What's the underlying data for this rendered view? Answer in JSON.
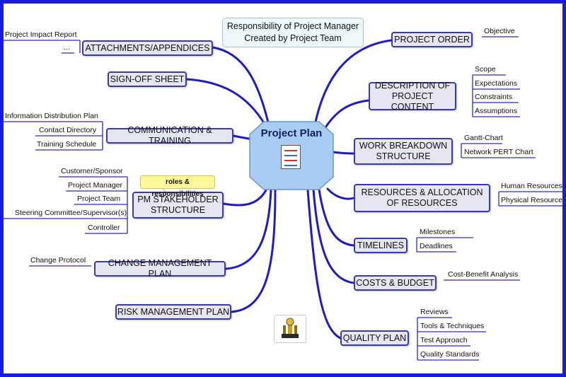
{
  "note": {
    "line1": "Responsibility of Project Manager",
    "line2": "Created by Project Team"
  },
  "center": {
    "title": "Project Plan"
  },
  "callout": {
    "text": "roles & responsibilities"
  },
  "left_topics": [
    {
      "label": "ATTACHMENTS/APPENDICES",
      "subs": [
        "Project Impact Report",
        "..."
      ]
    },
    {
      "label": "SIGN-OFF SHEET",
      "subs": []
    },
    {
      "label": "COMMUNICATION & TRAINING",
      "subs": [
        "Information Distribution Plan",
        "Contact Directory",
        "Training Schedule"
      ]
    },
    {
      "label1": "PM STAKEHOLDER",
      "label2": "STRUCTURE",
      "subs": [
        "Customer/Sponsor",
        "Project Manager",
        "Project Team",
        "Steering Committee/Supervisor(s)",
        "Controller"
      ]
    },
    {
      "label": "CHANGE MANAGEMENT PLAN",
      "subs": [
        "Change Protocol"
      ]
    },
    {
      "label": "RISK MANAGEMENT PLAN",
      "subs": []
    }
  ],
  "right_topics": [
    {
      "label": "PROJECT ORDER",
      "subs": [
        "Objective"
      ]
    },
    {
      "label1": "DESCRIPTION OF",
      "label2": "PROJECT CONTENT",
      "subs": [
        "Scope",
        "Expectations",
        "Constraints",
        "Assumptions"
      ]
    },
    {
      "label1": "WORK BREAKDOWN",
      "label2": "STRUCTURE",
      "subs": [
        "Gantt-Chart",
        "Network PERT Chart"
      ]
    },
    {
      "label1": "RESOURCES & ALLOCATION",
      "label2": "OF RESOURCES",
      "subs": [
        "Human Resources",
        "Physical Resources"
      ]
    },
    {
      "label": "TIMELINES",
      "subs": [
        "Milestones",
        "Deadlines"
      ]
    },
    {
      "label": "COSTS & BUDGET",
      "subs": [
        "Cost-Benefit Analysis"
      ]
    },
    {
      "label": "QUALITY PLAN",
      "subs": [
        "Reviews",
        "Tools & Techniques",
        "Test Approach",
        "Quality Standards"
      ]
    }
  ],
  "colors": {
    "frame": "#1a1adb",
    "branch": "#1c1cc8",
    "topic_fill": "#e6e6f2",
    "topic_border": "#3a3ab0",
    "center_fill": "#a9cdf2",
    "callout_fill": "#fdf89a"
  },
  "icons": [
    "document-checklist-icon",
    "tools-icon"
  ]
}
